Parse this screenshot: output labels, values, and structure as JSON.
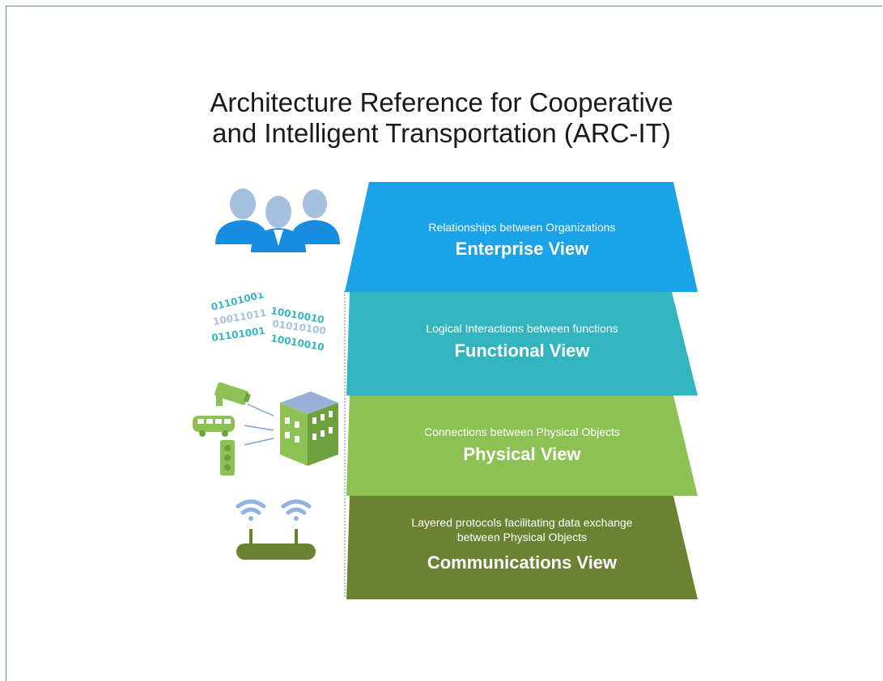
{
  "title": {
    "line1": "Architecture Reference for Cooperative",
    "line2": "and Intelligent Transportation (ARC-IT)"
  },
  "layers": [
    {
      "subtitle": "Relationships between Organizations",
      "name": "Enterprise View",
      "color": "#1aa3e8"
    },
    {
      "subtitle": "Logical Interactions between functions",
      "name": "Functional View",
      "color": "#32b5bf"
    },
    {
      "subtitle": "Connections between Physical Objects",
      "name": "Physical View",
      "color": "#8cc154"
    },
    {
      "subtitle_line1": "Layered protocols facilitating data exchange",
      "subtitle_line2": "between Physical Objects",
      "name": "Communications View",
      "color": "#6c8233"
    }
  ],
  "binary": {
    "row1": "01101001",
    "row1b": "10010010",
    "row2": "10011011",
    "row2b": "01010100",
    "row3": "01101001",
    "row3b": "10010010"
  },
  "icons": {
    "enterprise": "people-icon",
    "functional": "binary-data-icon",
    "physical": "connected-devices-icon",
    "communications": "wireless-router-icon"
  }
}
